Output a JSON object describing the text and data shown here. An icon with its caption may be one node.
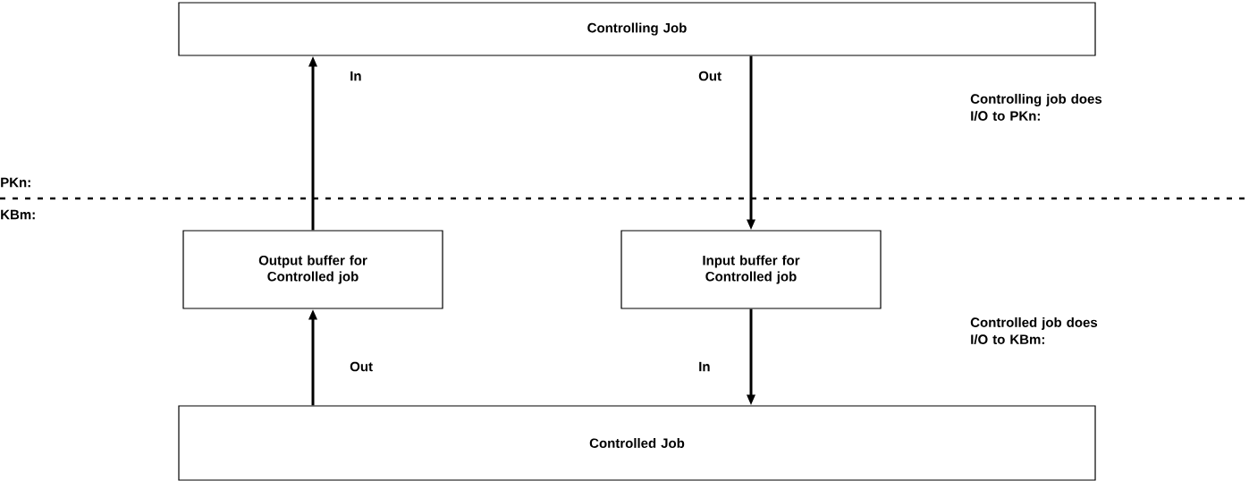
{
  "diagram": {
    "nodes": [
      {
        "text": [
          "Controlling Job"
        ]
      },
      {
        "text": [
          "Output buffer for Controlled job"
        ]
      },
      {
        "text": [
          "Input buffer for Controlled job"
        ]
      },
      {
        "text": [
          "Controlled Job"
        ]
      }
    ],
    "edges": [
      {
        "from": 1,
        "to": 0,
        "arrow": "to",
        "label": "In"
      },
      {
        "from": 0,
        "to": 2,
        "arrow": "to",
        "label": "Out"
      },
      {
        "from": 3,
        "to": 1,
        "arrow": "to",
        "label": "Out"
      },
      {
        "from": 2,
        "to": 3,
        "arrow": "to",
        "label": "In"
      }
    ],
    "labels": [
      "Controlling job does I/O to PKn:",
      "PKn:",
      "KBm:",
      "Controlled job does I/O to KBm:"
    ]
  }
}
